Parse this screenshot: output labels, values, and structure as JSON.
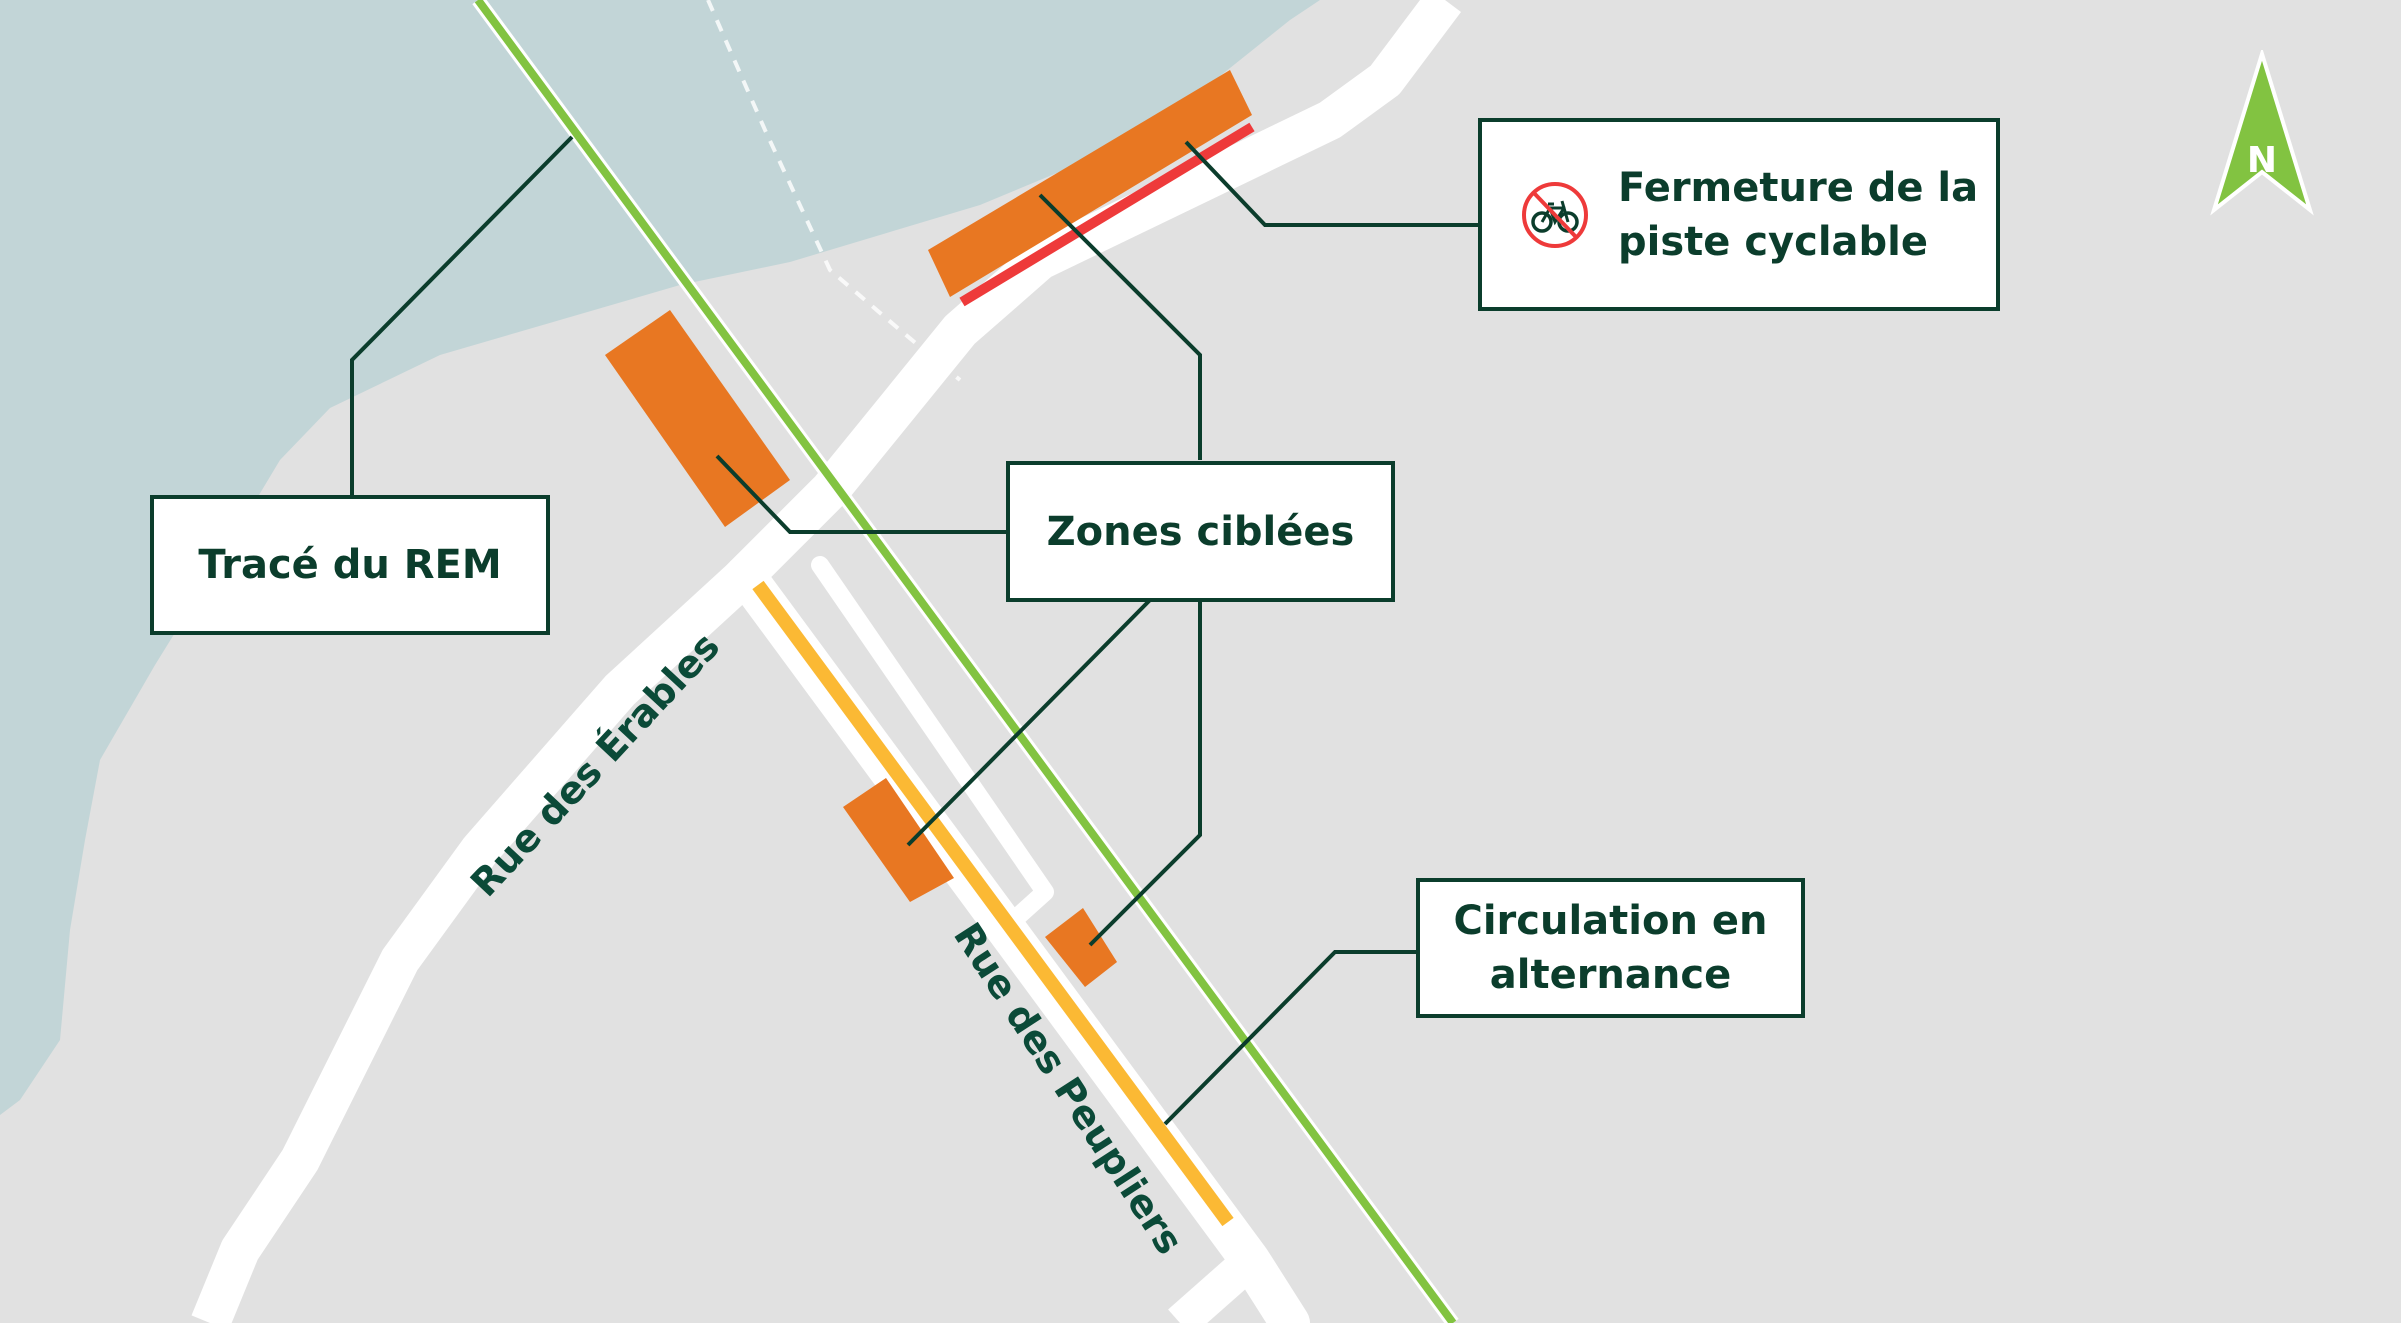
{
  "map": {
    "colors": {
      "land": "#e1e1e1",
      "water": "#c2d5d7",
      "road": "#ffffff",
      "rem_line": "#82c341",
      "targeted_zone": "#e87722",
      "bike_closure": "#ee3a3a",
      "alternating_traffic": "#fbb934",
      "callout_line": "#0b3d2c",
      "text": "#0b3d2c"
    },
    "callouts": {
      "rem": {
        "label": "Tracé du REM"
      },
      "zones": {
        "label": "Zones ciblées"
      },
      "bike": {
        "label": "Fermeture de la\npiste cyclable",
        "icon": "no-bicycle-icon"
      },
      "circulation": {
        "label": "Circulation en\nalternance"
      }
    },
    "streets": {
      "erables": "Rue des Érables",
      "peupliers": "Rue des Peupliers"
    },
    "north_arrow": {
      "label": "N",
      "icon": "north-arrow-icon"
    }
  }
}
